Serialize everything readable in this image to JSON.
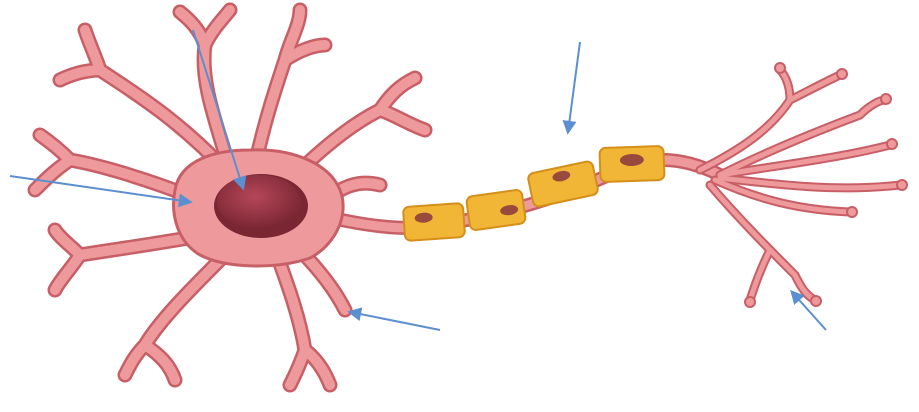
{
  "diagram": {
    "subject": "neuron",
    "parts": [
      {
        "part": "soma",
        "color": "#e8868a"
      },
      {
        "part": "nucleus",
        "color": "#8a2f3c"
      },
      {
        "part": "dendrites",
        "color": "#e8868a"
      },
      {
        "part": "axon",
        "color": "#e8868a"
      },
      {
        "part": "myelin-sheath",
        "color": "#f2b636"
      },
      {
        "part": "schwann-cell-nucleus",
        "color": "#9a4a3c"
      },
      {
        "part": "axon-terminals",
        "color": "#e8868a"
      }
    ],
    "pointer_arrows": [
      {
        "target": "nucleus",
        "color": "#5b8fd0"
      },
      {
        "target": "soma",
        "color": "#5b8fd0"
      },
      {
        "target": "dendrite",
        "color": "#5b8fd0"
      },
      {
        "target": "myelin-sheath",
        "color": "#5b8fd0"
      },
      {
        "target": "axon-terminal",
        "color": "#5b8fd0"
      }
    ],
    "labels": []
  }
}
